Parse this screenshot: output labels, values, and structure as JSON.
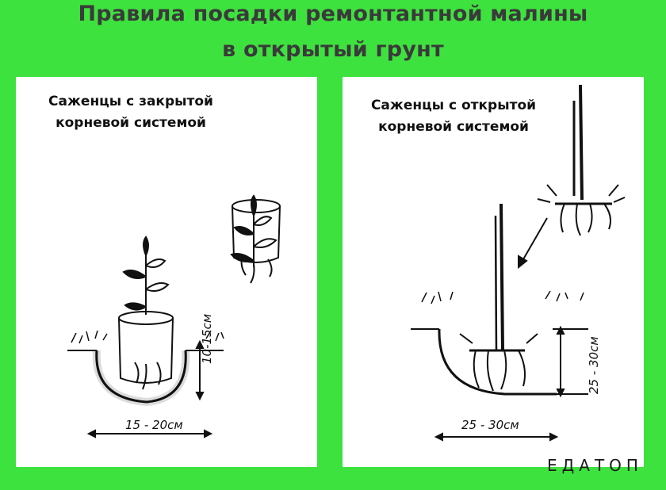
{
  "header": {
    "title_line1": "Правила посадки ремонтантной малины",
    "title_line2": "в открытый грунт"
  },
  "left_panel": {
    "title_line1": "Саженцы с закрытой",
    "title_line2": "корневой системой",
    "depth_label": "10-15см",
    "width_label": "15 - 20см"
  },
  "right_panel": {
    "title_line1": "Саженцы с открытой",
    "title_line2": "корневой системой",
    "depth_label": "25 - 30см",
    "width_label": "25 - 30см"
  },
  "brand": "ЕДАТОП",
  "colors": {
    "background": "#3ee23e",
    "panel": "#ffffff",
    "ink": "#111111"
  }
}
